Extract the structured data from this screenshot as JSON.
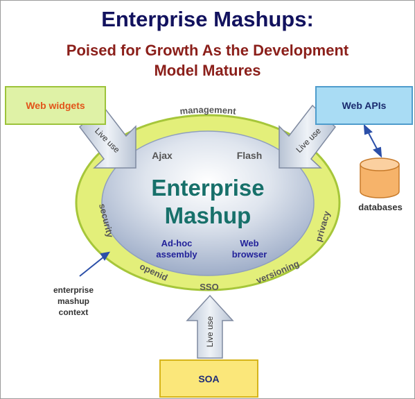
{
  "title": "Enterprise Mashups:",
  "subtitle_line1": "Poised for Growth As the Development",
  "subtitle_line2": "Model Matures",
  "boxes": {
    "web_widgets": "Web widgets",
    "web_apis": "Web APIs",
    "soa": "SOA"
  },
  "arrow_label": "Live use",
  "ring_labels": {
    "top": "management",
    "left": "security",
    "right": "privacy",
    "bottom_left": "openid",
    "bottom": "SSO",
    "bottom_right": "versioning"
  },
  "center": {
    "line1": "Enterprise",
    "line2": "Mashup",
    "tech_left": "Ajax",
    "tech_right": "Flash",
    "sub_left": "Ad-hoc\nassembly",
    "sub_right": "Web\nbrowser"
  },
  "databases_label": "databases",
  "context_label": "enterprise\nmashup\ncontext",
  "colors": {
    "title": "#12125e",
    "subtitle": "#8b1f1a",
    "ring_fill": "#e3ef7a",
    "ring_border": "#a6c63a",
    "center_text": "#17706a",
    "sub_text": "#22229a"
  }
}
